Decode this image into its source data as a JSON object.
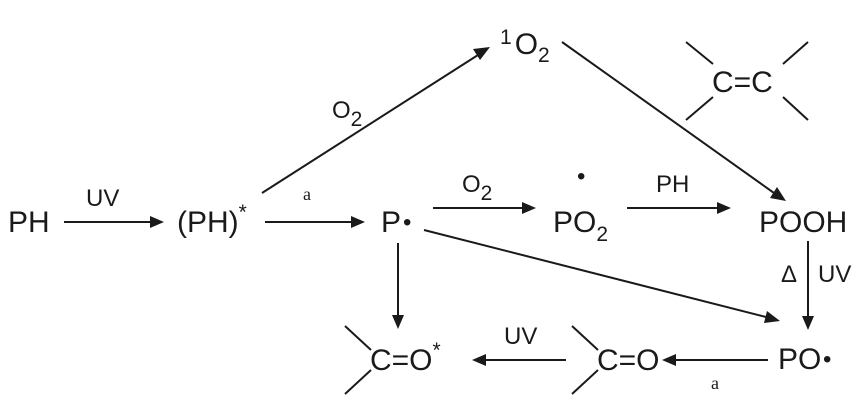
{
  "species": {
    "ph": "PH",
    "ph_excited_base": "(PH)",
    "ph_excited_mark": "*",
    "singlet_o2_sup": "1",
    "singlet_o2_base": "O",
    "singlet_o2_sub": "2",
    "p_radical": "P",
    "peroxy_base": "PO",
    "peroxy_sub": "2",
    "pooh": "POOH",
    "po_radical": "PO",
    "alkene": "C=C",
    "ketone": "C=O",
    "ketone_excited": "C=O",
    "ketone_excited_mark": "*"
  },
  "labels": {
    "uv_1": "UV",
    "a_1": "a",
    "o2_upper_base": "O",
    "o2_upper_sub": "2",
    "o2_mid_base": "O",
    "o2_mid_sub": "2",
    "ph_mid": "PH",
    "delta": "Δ",
    "uv_right": "UV",
    "uv_bottom": "UV",
    "a_bottom": "a"
  },
  "glyphs": {
    "dot": "•"
  }
}
